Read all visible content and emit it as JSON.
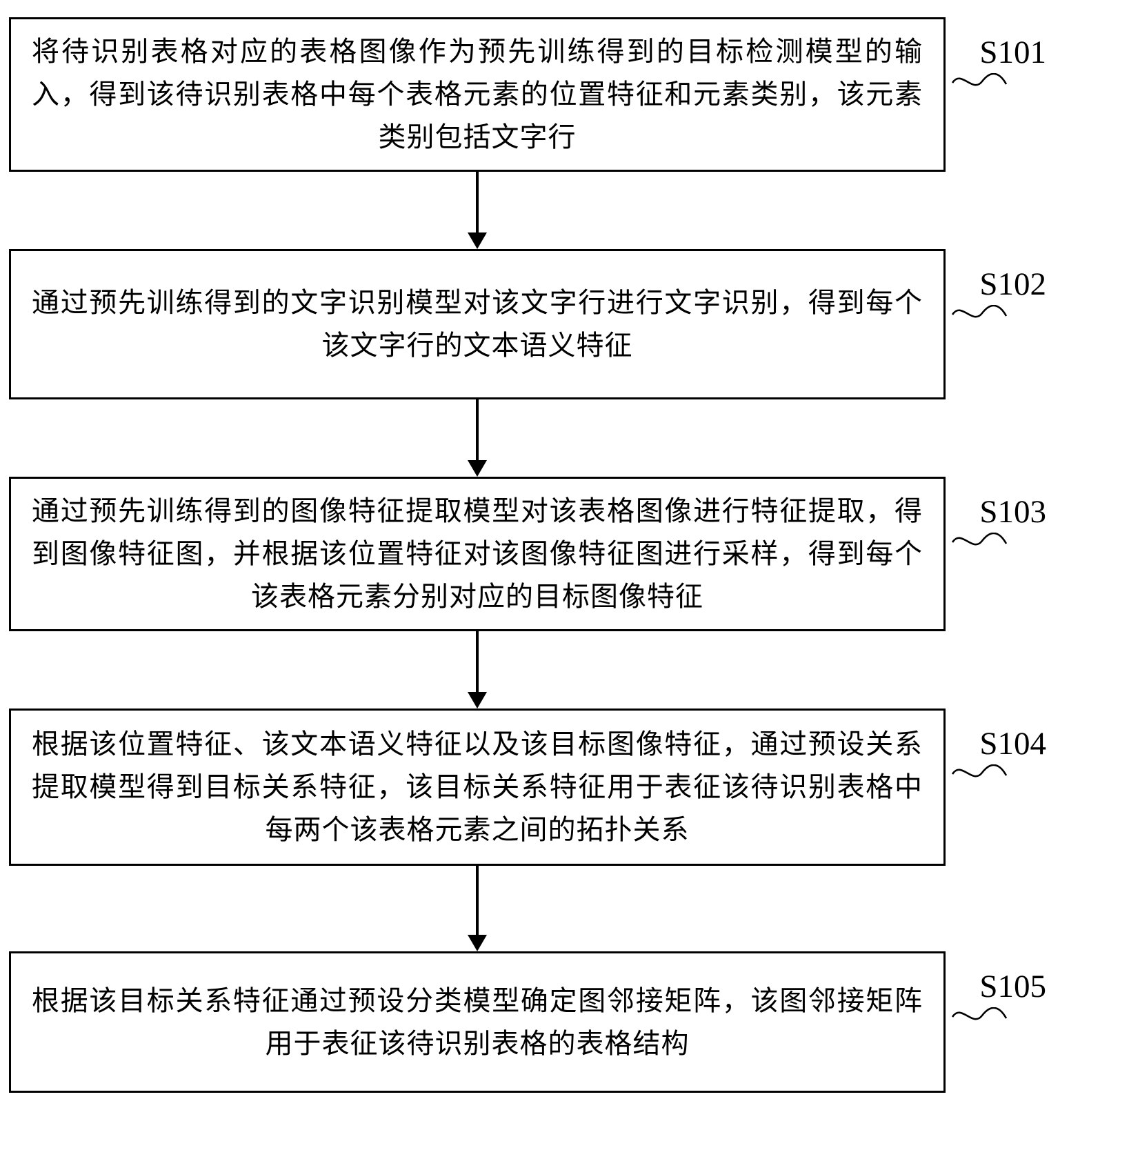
{
  "diagram": {
    "type": "flowchart",
    "orientation": "vertical",
    "colors": {
      "background": "#ffffff",
      "line": "#000000",
      "text": "#000000"
    },
    "steps": [
      {
        "label": "S101",
        "text": "将待识别表格对应的表格图像作为预先训练得到的目标检测模型的输入，得到该待识别表格中每个表格元素的位置特征和元素类别，该元素类别包括文字行"
      },
      {
        "label": "S102",
        "text": "通过预先训练得到的文字识别模型对该文字行进行文字识别，得到每个该文字行的文本语义特征"
      },
      {
        "label": "S103",
        "text": "通过预先训练得到的图像特征提取模型对该表格图像进行特征提取，得到图像特征图，并根据该位置特征对该图像特征图进行采样，得到每个该表格元素分别对应的目标图像特征"
      },
      {
        "label": "S104",
        "text": "根据该位置特征、该文本语义特征以及该目标图像特征，通过预设关系提取模型得到目标关系特征，该目标关系特征用于表征该待识别表格中每两个该表格元素之间的拓扑关系"
      },
      {
        "label": "S105",
        "text": "根据该目标关系特征通过预设分类模型确定图邻接矩阵，该图邻接矩阵用于表征该待识别表格的表格结构"
      }
    ]
  }
}
